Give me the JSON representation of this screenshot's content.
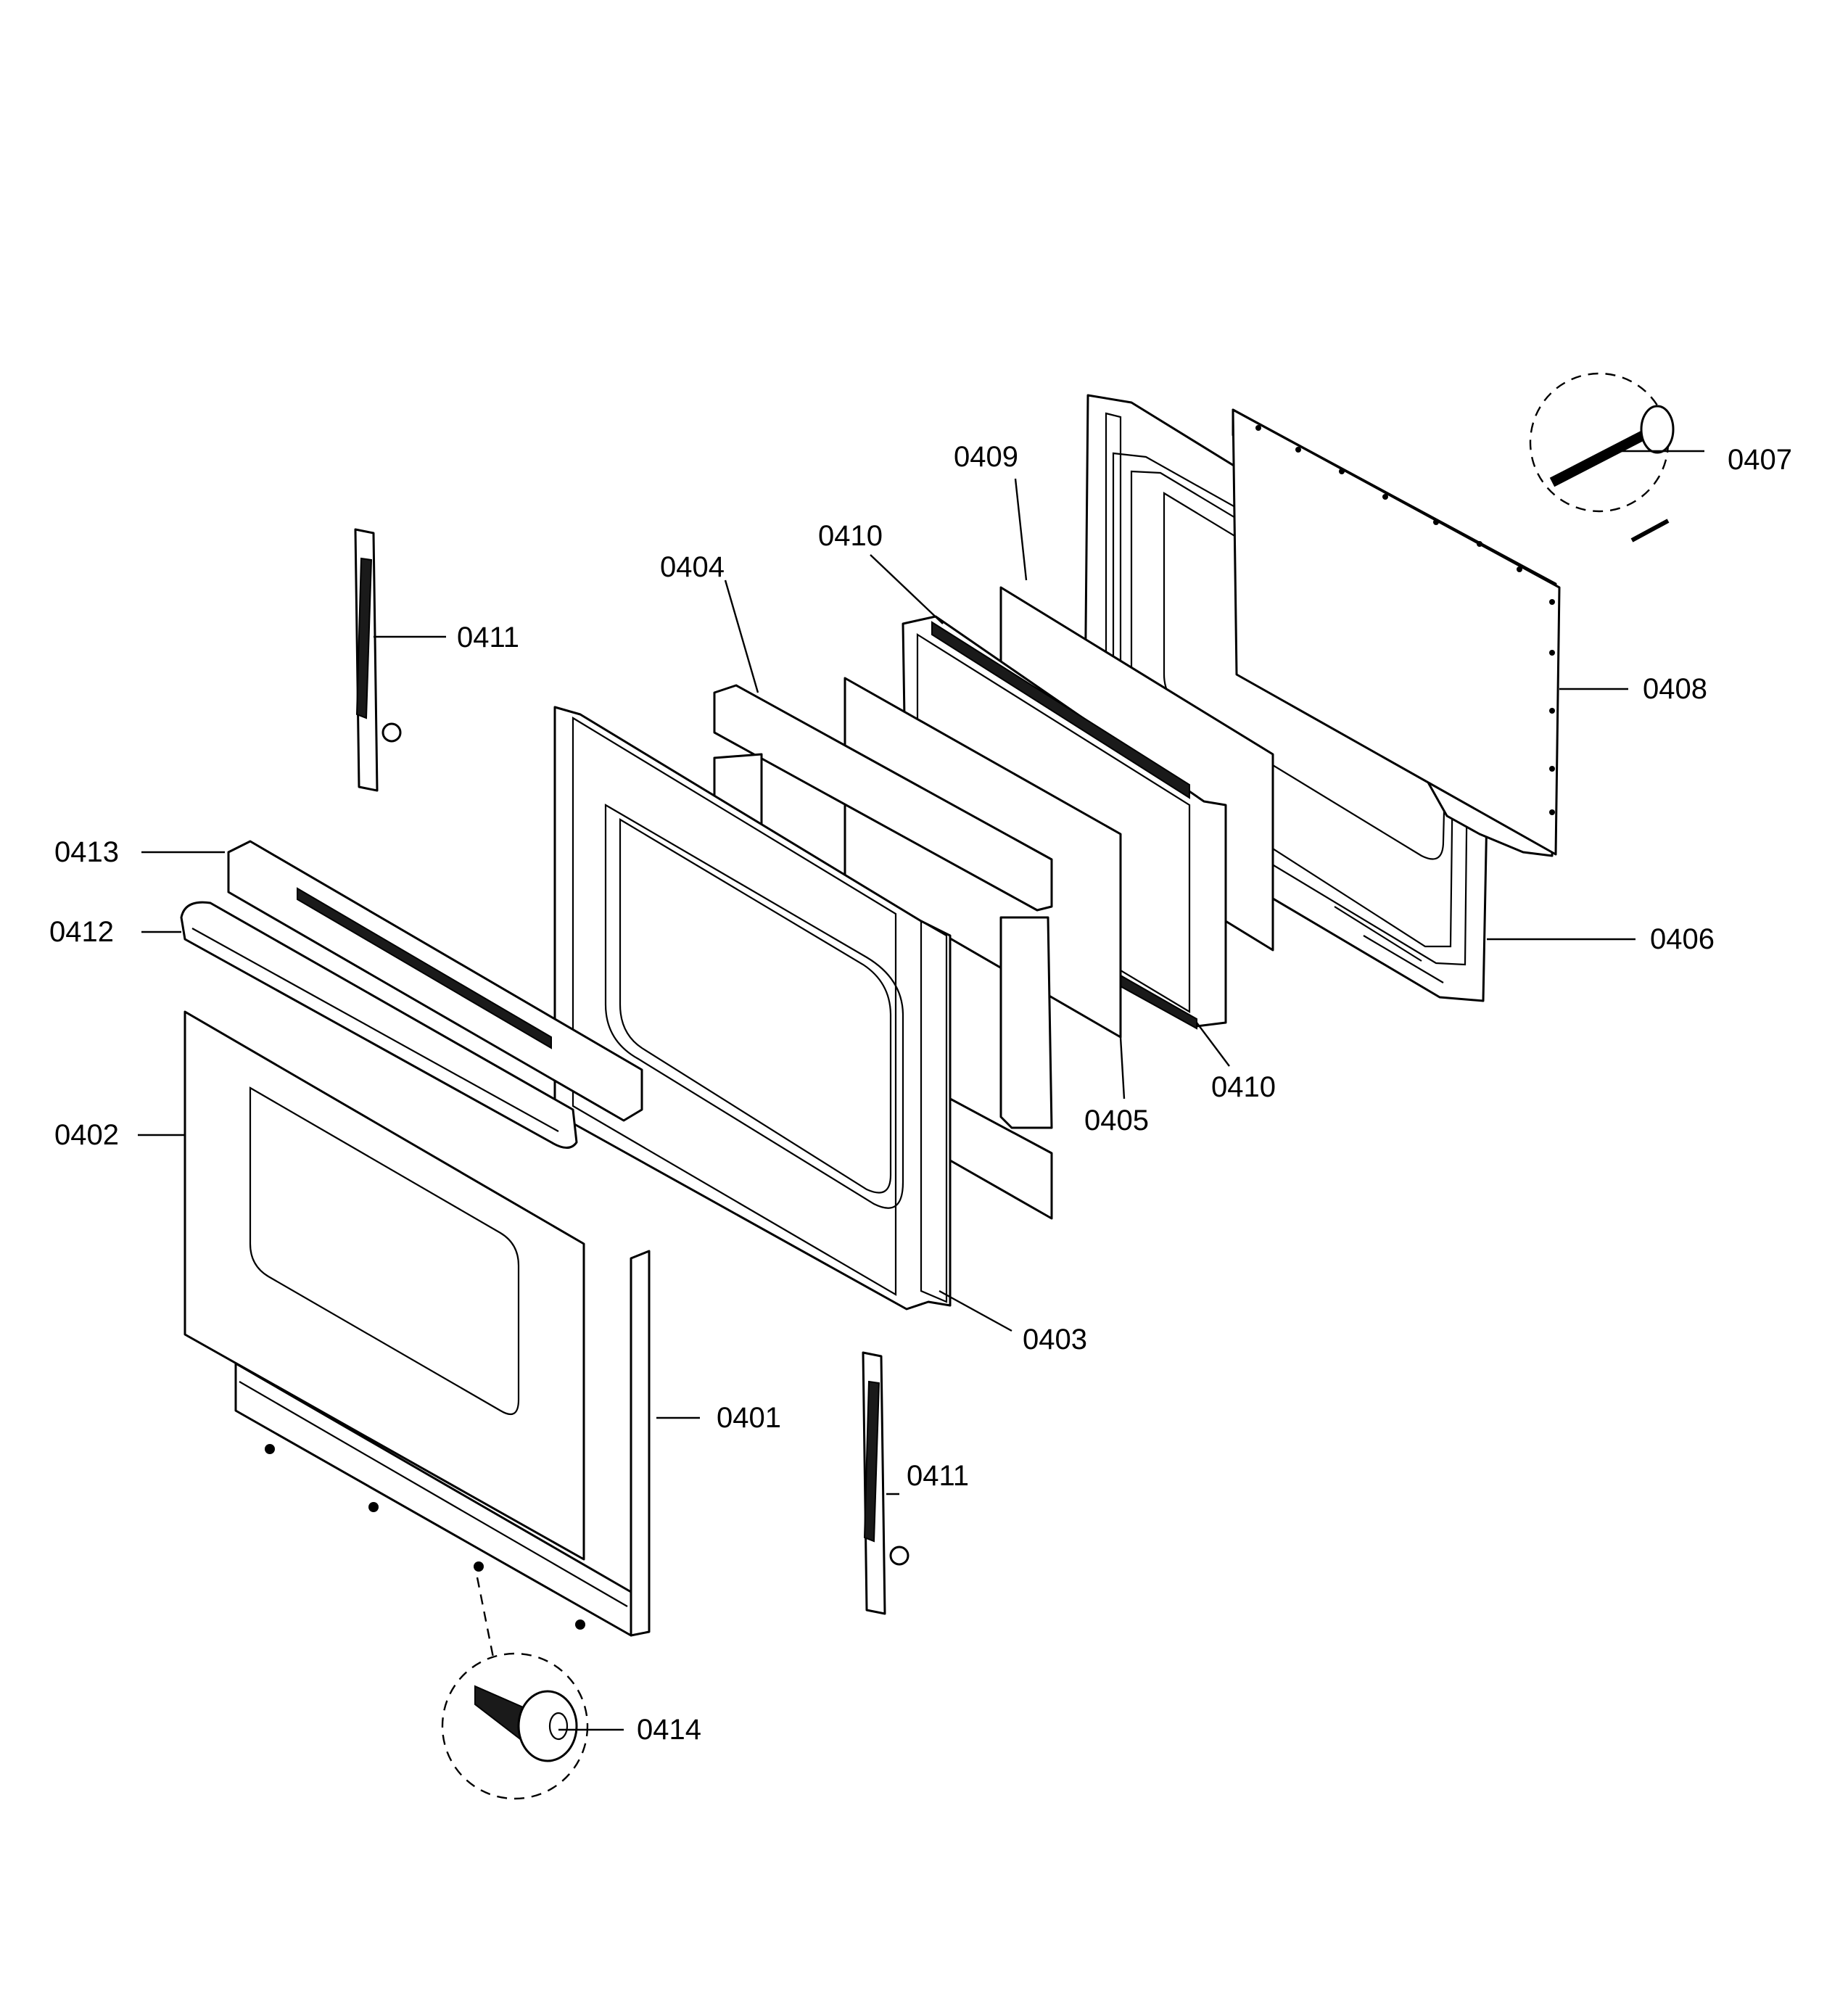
{
  "callouts": {
    "c0401": "0401",
    "c0402": "0402",
    "c0403": "0403",
    "c0404": "0404",
    "c0405": "0405",
    "c0406": "0406",
    "c0407": "0407",
    "c0408": "0408",
    "c0409": "0409",
    "c0410_top": "0410",
    "c0410_bottom": "0410",
    "c0411_top": "0411",
    "c0411_bottom": "0411",
    "c0412": "0412",
    "c0413": "0413",
    "c0414": "0414"
  }
}
